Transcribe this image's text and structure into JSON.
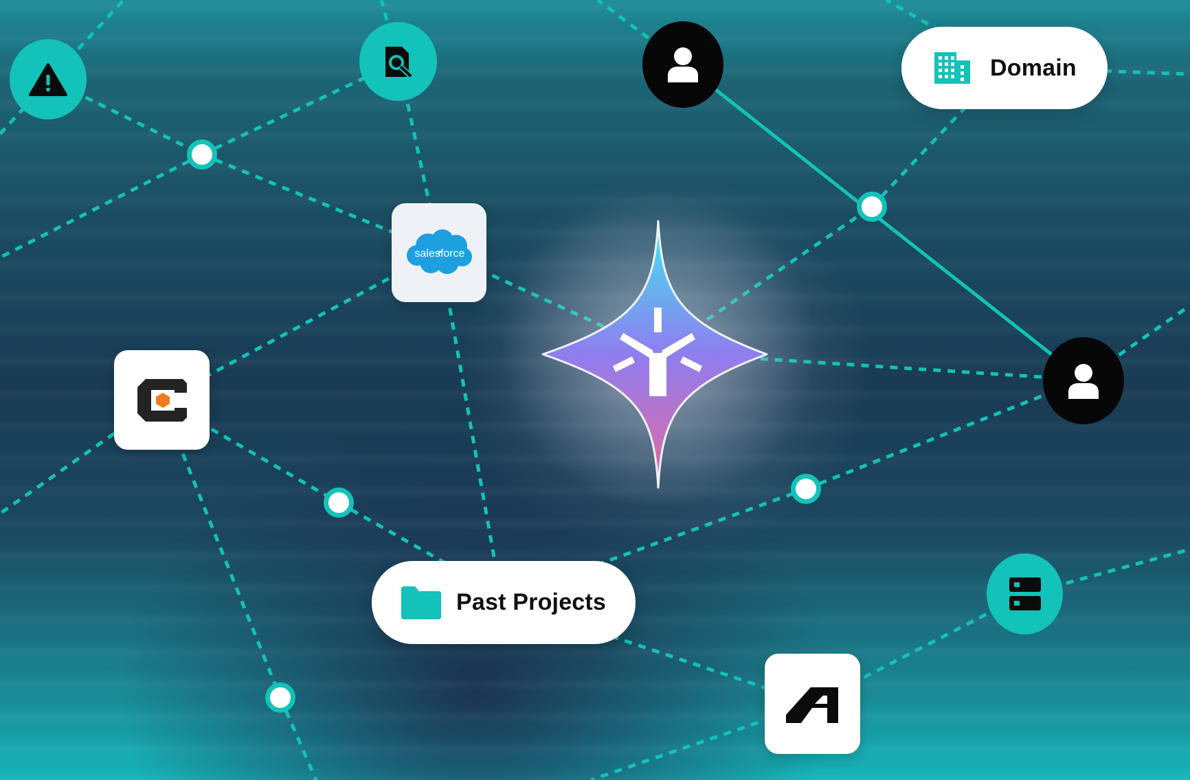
{
  "labels": {
    "domain": "Domain",
    "past_projects": "Past Projects",
    "salesforce": "salesforce"
  },
  "icons": {
    "warning": "warning-triangle-icon",
    "file_search": "file-search-icon",
    "user": "user-icon",
    "building": "building-icon",
    "folder": "folder-icon",
    "server": "server-icon",
    "salesforce_logo": "salesforce-logo",
    "orange_hex_logo": "hexagon-c-logo",
    "stairs_logo": "angular-a-logo",
    "central_star": "four-point-star-logo"
  },
  "colors": {
    "accent_teal": "#13c2b8",
    "salesforce_blue": "#1d9fe0",
    "star_top": "#3ee8f0",
    "star_mid": "#8f7df0",
    "star_bottom": "#e46a9c",
    "orange": "#f27b1f"
  }
}
